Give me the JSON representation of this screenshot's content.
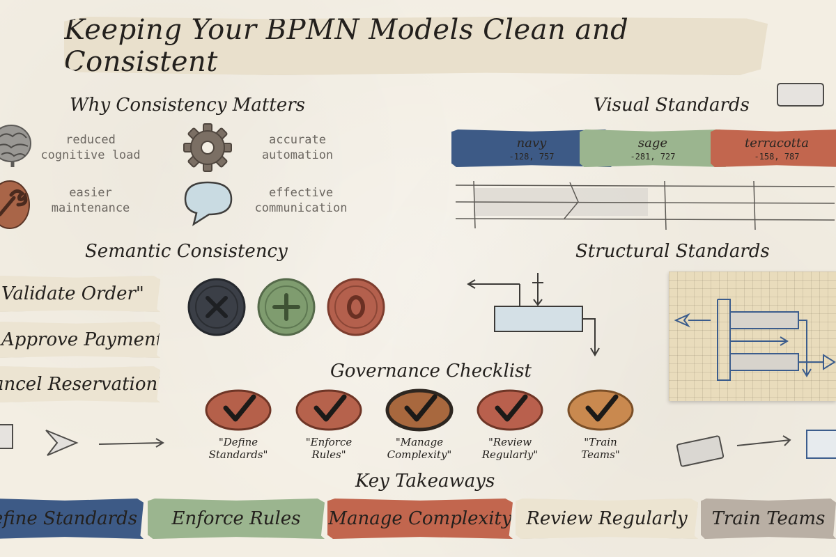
{
  "title": "Keeping Your BPMN Models Clean and Consistent",
  "why": {
    "heading": "Why Consistency Matters",
    "benefits": [
      {
        "line1": "reduced",
        "line2": "cognitive load",
        "icon": "brain-icon"
      },
      {
        "line1": "accurate",
        "line2": "automation",
        "icon": "gear-icon"
      },
      {
        "line1": "easier",
        "line2": "maintenance",
        "icon": "wrench-icon"
      },
      {
        "line1": "effective",
        "line2": "communication",
        "icon": "speech-bubble-icon"
      }
    ]
  },
  "visual": {
    "heading": "Visual Standards",
    "swatches": [
      {
        "name": "navy",
        "code": "-128, 757",
        "color": "#3d5a86"
      },
      {
        "name": "sage",
        "code": "-281, 727",
        "color": "#9bb58f"
      },
      {
        "name": "terracotta",
        "code": "-158, 787",
        "color": "#c2664e"
      }
    ]
  },
  "semantic": {
    "heading": "Semantic Consistency",
    "labels": [
      "\"Validate Order\"",
      "\"Approve Payment\"",
      "ancel Reservation\""
    ],
    "gateways": [
      {
        "icon": "exclusive-gateway-icon",
        "color": "#3b3f47"
      },
      {
        "icon": "parallel-gateway-icon",
        "color": "#7f9c6f"
      },
      {
        "icon": "inclusive-gateway-icon",
        "color": "#b4604d"
      }
    ]
  },
  "structural": {
    "heading": "Structural Standards"
  },
  "governance": {
    "heading": "Governance Checklist",
    "items": [
      {
        "line1": "\"Define",
        "line2": "Standards\"",
        "color": "#b5604a"
      },
      {
        "line1": "\"Enforce",
        "line2": "Rules\"",
        "color": "#b6624c"
      },
      {
        "line1": "\"Manage",
        "line2": "Complexity\"",
        "color": "#a8683e"
      },
      {
        "line1": "\"Review",
        "line2": "Regularly\"",
        "color": "#b9604d"
      },
      {
        "line1": "\"Train",
        "line2": "Teams\"",
        "color": "#c9894f"
      }
    ]
  },
  "takeaways": {
    "heading": "Key Takeaways",
    "items": [
      {
        "label": "efine Standards",
        "color": "#3d5a86"
      },
      {
        "label": "Enforce Rules",
        "color": "#9bb58f"
      },
      {
        "label": "Manage Complexity",
        "color": "#c2664e"
      },
      {
        "label": "Review Regularly",
        "color": "#ece4d1"
      },
      {
        "label": "Train Teams",
        "color": "#b9afa4"
      }
    ]
  }
}
